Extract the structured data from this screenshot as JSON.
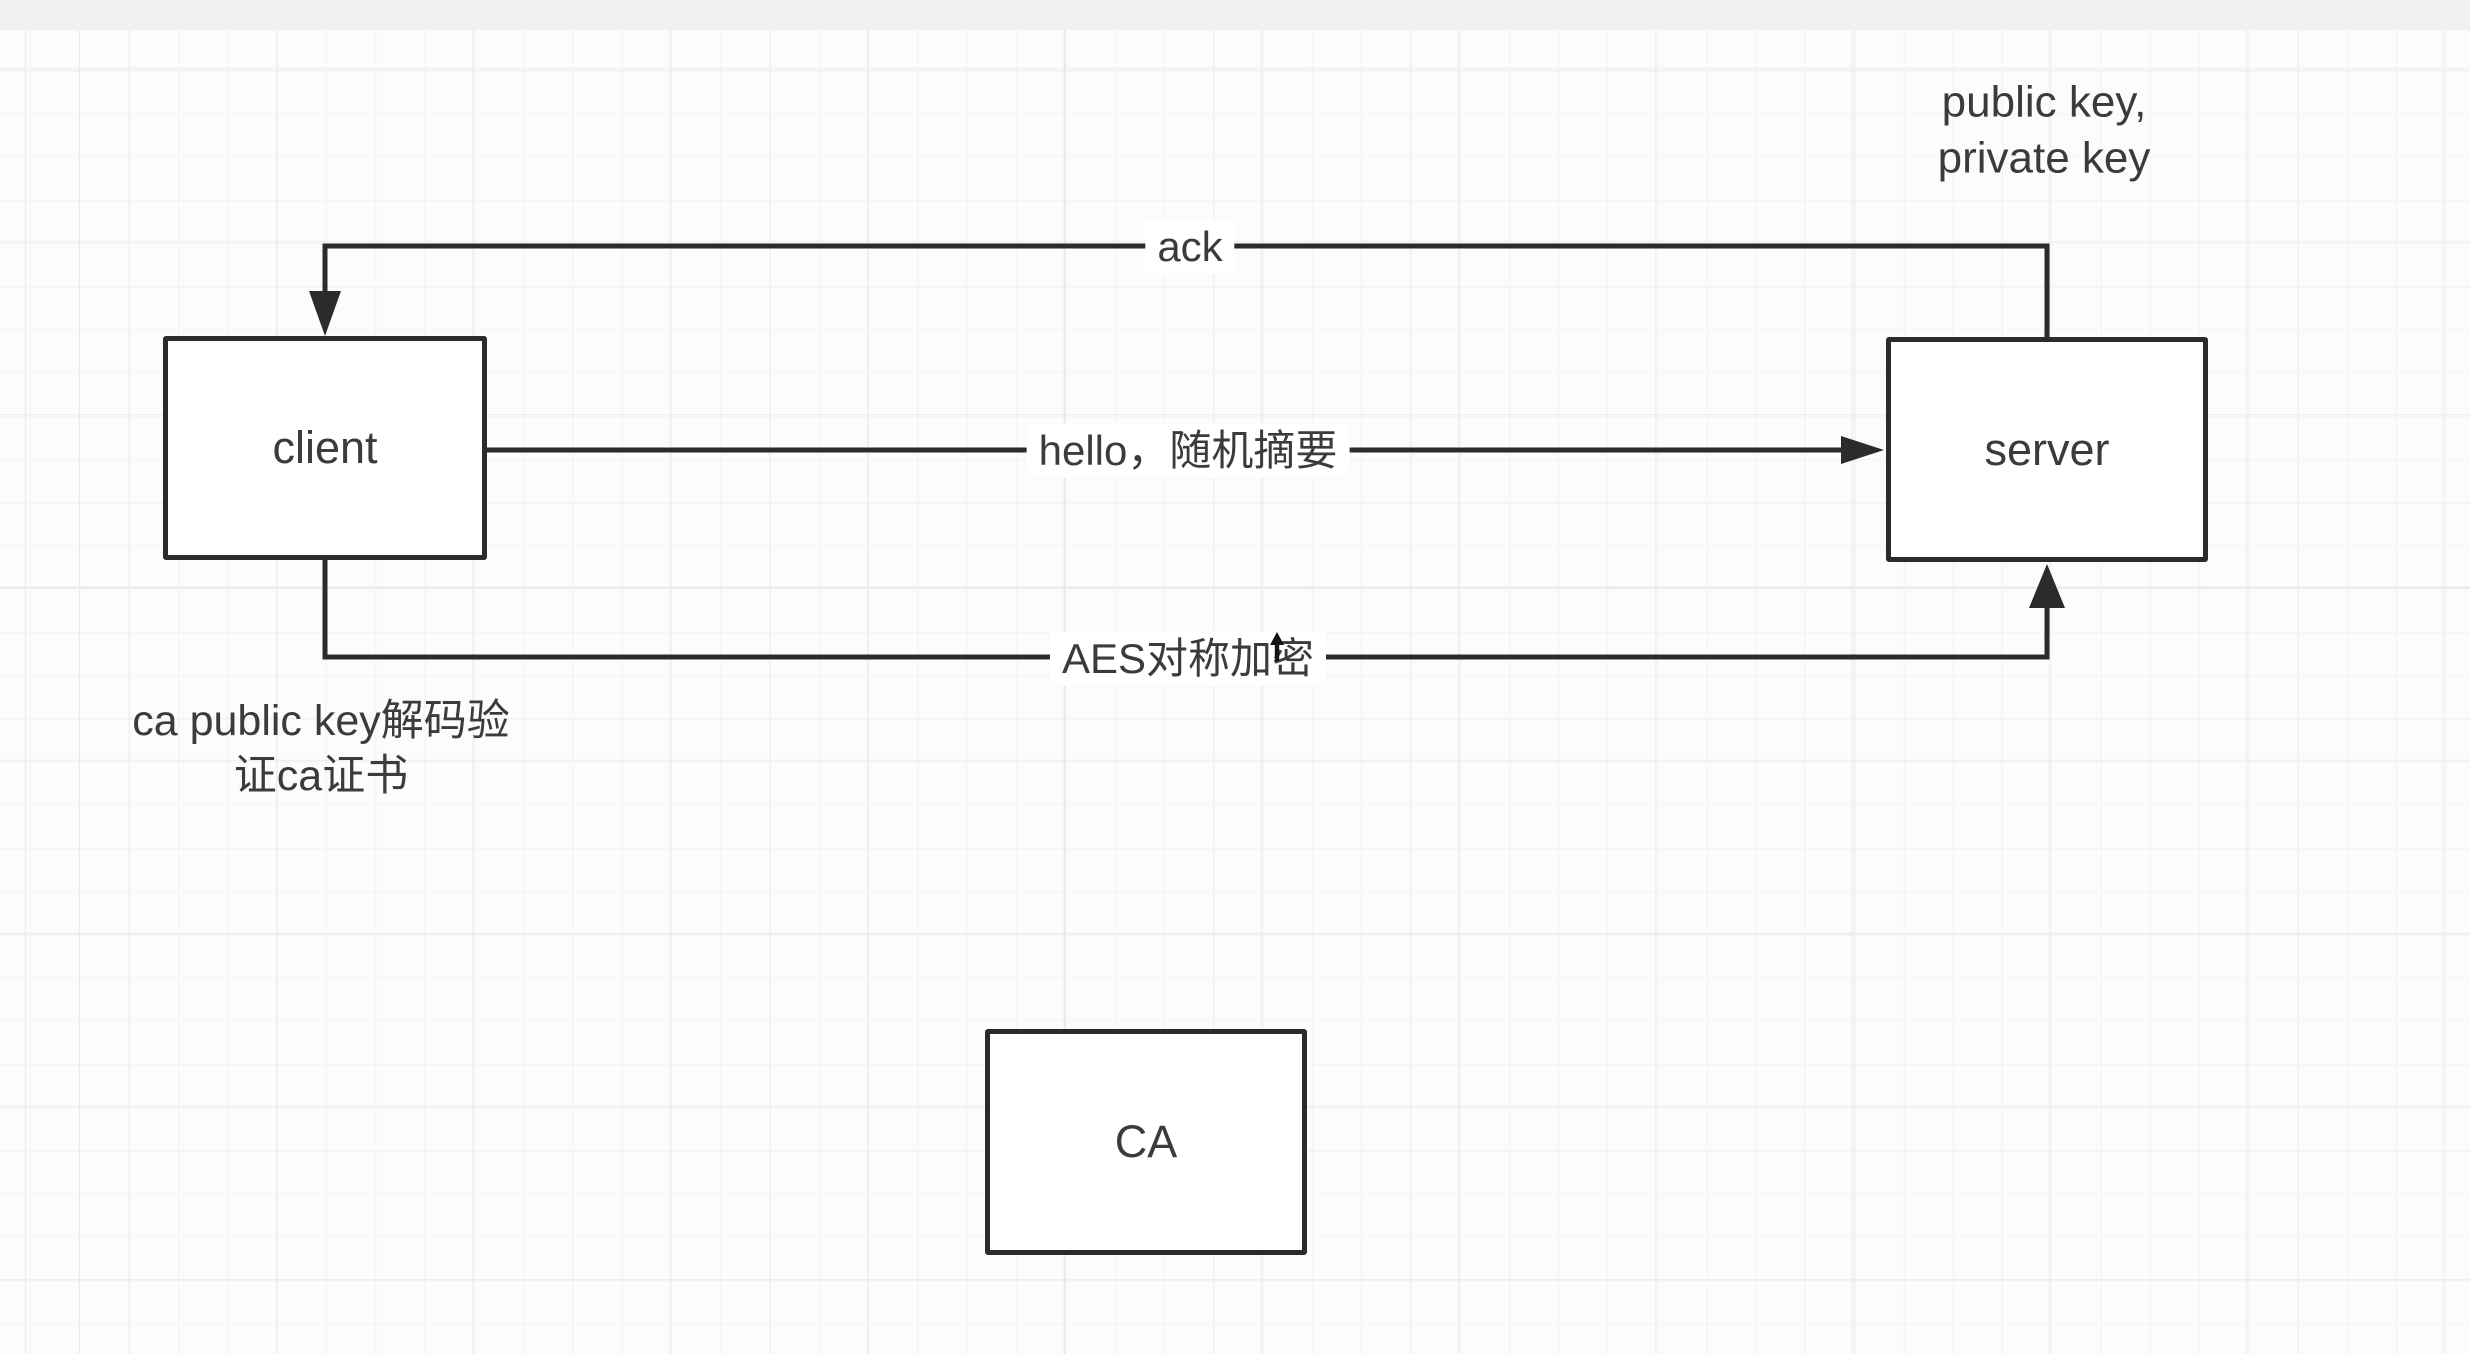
{
  "nodes": [
    {
      "id": "client",
      "label": "client"
    },
    {
      "id": "server",
      "label": "server"
    },
    {
      "id": "ca",
      "label": "CA"
    }
  ],
  "edges": [
    {
      "id": "ack",
      "label": "ack",
      "from": "server",
      "to": "client"
    },
    {
      "id": "hello",
      "label": "hello，随机摘要",
      "from": "client",
      "to": "server"
    },
    {
      "id": "aes",
      "label": "AES对称加密",
      "from": "client",
      "to": "server"
    }
  ],
  "annotations": [
    {
      "id": "server-keys",
      "lines": [
        "public key,",
        "private key"
      ]
    },
    {
      "id": "client-ca-note",
      "lines": [
        "ca public key解码验",
        "证ca证书"
      ]
    }
  ],
  "colors": {
    "stroke": "#2b2b2b",
    "text": "#3b3b3b",
    "background": "#fcfcfd",
    "grid_minor": "#f1f1f1",
    "grid_major": "#e7e7e7",
    "top_band": "#f0f1f2",
    "label_bg": "#ffffff"
  }
}
